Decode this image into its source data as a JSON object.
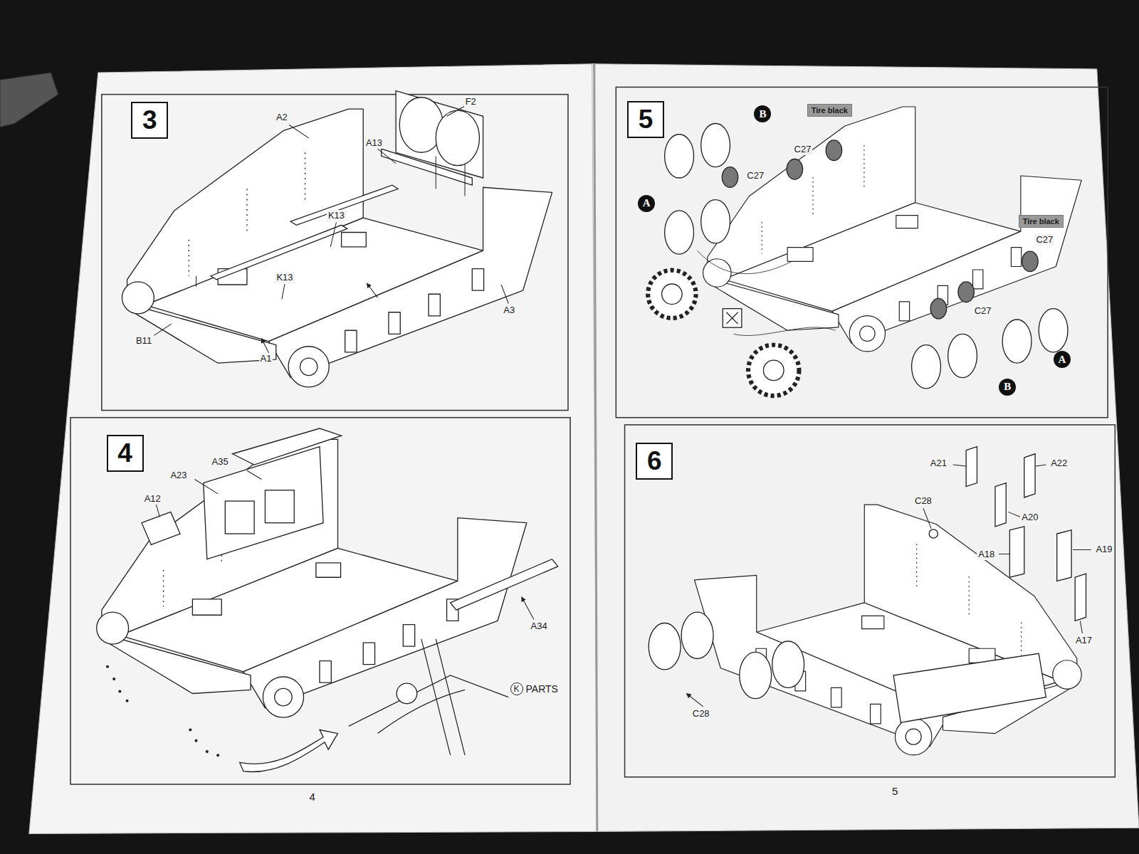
{
  "diagram": {
    "nodes": [
      {
        "text": [
          "3"
        ]
      },
      {
        "text": [
          "4"
        ]
      },
      {
        "text": [
          "K"
        ]
      },
      {
        "text": [
          "5"
        ]
      },
      {
        "text": [
          "B"
        ]
      },
      {
        "text": [
          "Tire black"
        ]
      },
      {
        "text": [
          "A"
        ]
      },
      {
        "text": [
          "Tire black"
        ]
      },
      {
        "text": [
          "A"
        ]
      },
      {
        "text": [
          "B"
        ]
      },
      {
        "text": [
          "6"
        ]
      }
    ],
    "labels": [
      "A2",
      "F2",
      "A13",
      "K13",
      "K13",
      "A3",
      "B11",
      "A1",
      "A35",
      "A23",
      "A12",
      "A34",
      "PARTS",
      "C27",
      "C27",
      "C27",
      "C27",
      "A21",
      "A22",
      "C28",
      "A20",
      "A18",
      "A19",
      "A17",
      "C28",
      "4",
      "5"
    ]
  }
}
